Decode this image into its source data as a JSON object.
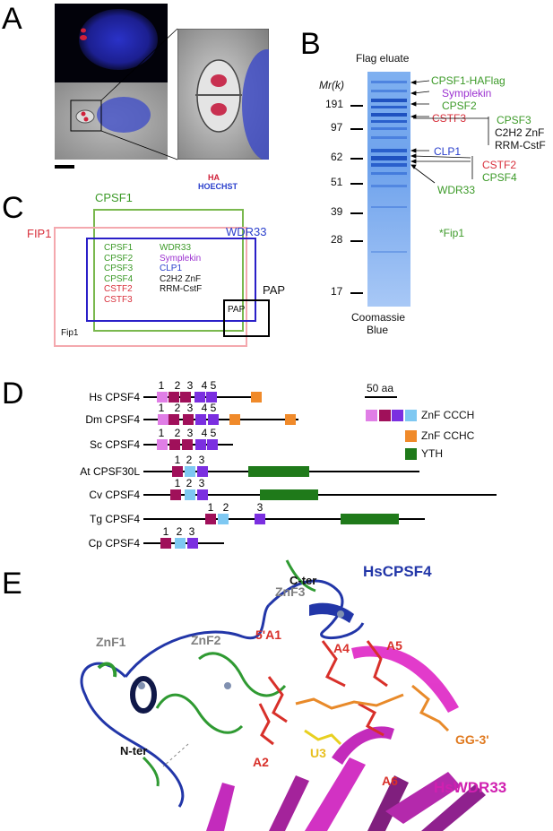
{
  "panels": {
    "a": "A",
    "b": "B",
    "c": "C",
    "d": "D",
    "e": "E"
  },
  "colors": {
    "green": "#3c9a28",
    "purple": "#9b30d0",
    "red": "#d8303c",
    "blue": "#2a3fcc",
    "black": "#111111",
    "pink": "#e8909a",
    "gel_blue": "#4a8ae0"
  },
  "panel_a": {
    "legend_ha": "HA",
    "legend_hoechst": "HOECHST"
  },
  "panel_b": {
    "title": "Flag eluate",
    "axis_label": "Mr(k)",
    "markers": [
      "191",
      "97",
      "62",
      "51",
      "39",
      "28",
      "17"
    ],
    "bands": [
      {
        "label": "CPSF1-HAFlag",
        "color": "green"
      },
      {
        "label": "Symplekin",
        "color": "purple"
      },
      {
        "label": "CPSF2",
        "color": "green"
      },
      {
        "label": "CSTF3",
        "color": "red"
      },
      {
        "label": "CPSF3",
        "color": "green"
      },
      {
        "label": "C2H2 ZnF",
        "color": "black"
      },
      {
        "label": "RRM-CstF",
        "color": "black"
      },
      {
        "label": "CLP1",
        "color": "blue"
      },
      {
        "label": "CSTF2",
        "color": "red"
      },
      {
        "label": "CPSF4",
        "color": "green"
      },
      {
        "label": "WDR33",
        "color": "green"
      },
      {
        "label": "*Fip1",
        "color": "green"
      }
    ],
    "caption_line1": "Coomassie",
    "caption_line2": "Blue"
  },
  "panel_c": {
    "box_cpsf1": "CPSF1",
    "box_fip1": "FIP1",
    "box_wdr33": "WDR33",
    "box_pap": "PAP",
    "inner_pap": "PAP",
    "inner_fip1": "Fip1",
    "col1": [
      {
        "label": "CPSF1",
        "color": "green"
      },
      {
        "label": "CPSF2",
        "color": "green"
      },
      {
        "label": "CPSF3",
        "color": "green"
      },
      {
        "label": "CPSF4",
        "color": "green"
      },
      {
        "label": "CSTF2",
        "color": "red"
      },
      {
        "label": "CSTF3",
        "color": "red"
      }
    ],
    "col2": [
      {
        "label": "WDR33",
        "color": "green"
      },
      {
        "label": "Symplekin",
        "color": "purple"
      },
      {
        "label": "CLP1",
        "color": "blue"
      },
      {
        "label": "C2H2 ZnF",
        "color": "black"
      },
      {
        "label": "RRM-CstF",
        "color": "black"
      }
    ]
  },
  "panel_d": {
    "scale_label": "50 aa",
    "legend": [
      {
        "label": "ZnF CCCH",
        "swatches": [
          "#e07ee6",
          "#a0105a",
          "#7b2fe0",
          "#7ec8f2"
        ]
      },
      {
        "label": "ZnF CCHC",
        "swatches": [
          "#f08a2a"
        ]
      },
      {
        "label": "YTH",
        "swatches": [
          "#1f7a1a"
        ]
      }
    ],
    "proteins": [
      {
        "name": "Hs CPSF4",
        "numbers": [
          "1",
          "2",
          "3",
          "4",
          "5"
        ]
      },
      {
        "name": "Dm CPSF4",
        "numbers": [
          "1",
          "2",
          "3",
          "4",
          "5"
        ]
      },
      {
        "name": "Sc CPSF4",
        "numbers": [
          "1",
          "2",
          "3",
          "4",
          "5"
        ]
      },
      {
        "name": "At CPSF30L",
        "numbers": [
          "1",
          "2",
          "3"
        ]
      },
      {
        "name": "Cv CPSF4",
        "numbers": [
          "1",
          "2",
          "3"
        ]
      },
      {
        "name": "Tg CPSF4",
        "numbers": [
          "1",
          "2",
          "3"
        ]
      },
      {
        "name": "Cp CPSF4",
        "numbers": [
          "1",
          "2",
          "3"
        ]
      }
    ]
  },
  "panel_e": {
    "c_ter": "C-ter",
    "n_ter": "N-ter",
    "hscpsf4": "HsCPSF4",
    "hswdr33": "HsWDR33",
    "znf1": "ZnF1",
    "znf2": "ZnF2",
    "znf3": "ZnF3",
    "a1": "5'A1",
    "a2": "A2",
    "u3": "U3",
    "a4": "A4",
    "a5": "A5",
    "a6": "A6",
    "gg3": "GG-3'"
  }
}
